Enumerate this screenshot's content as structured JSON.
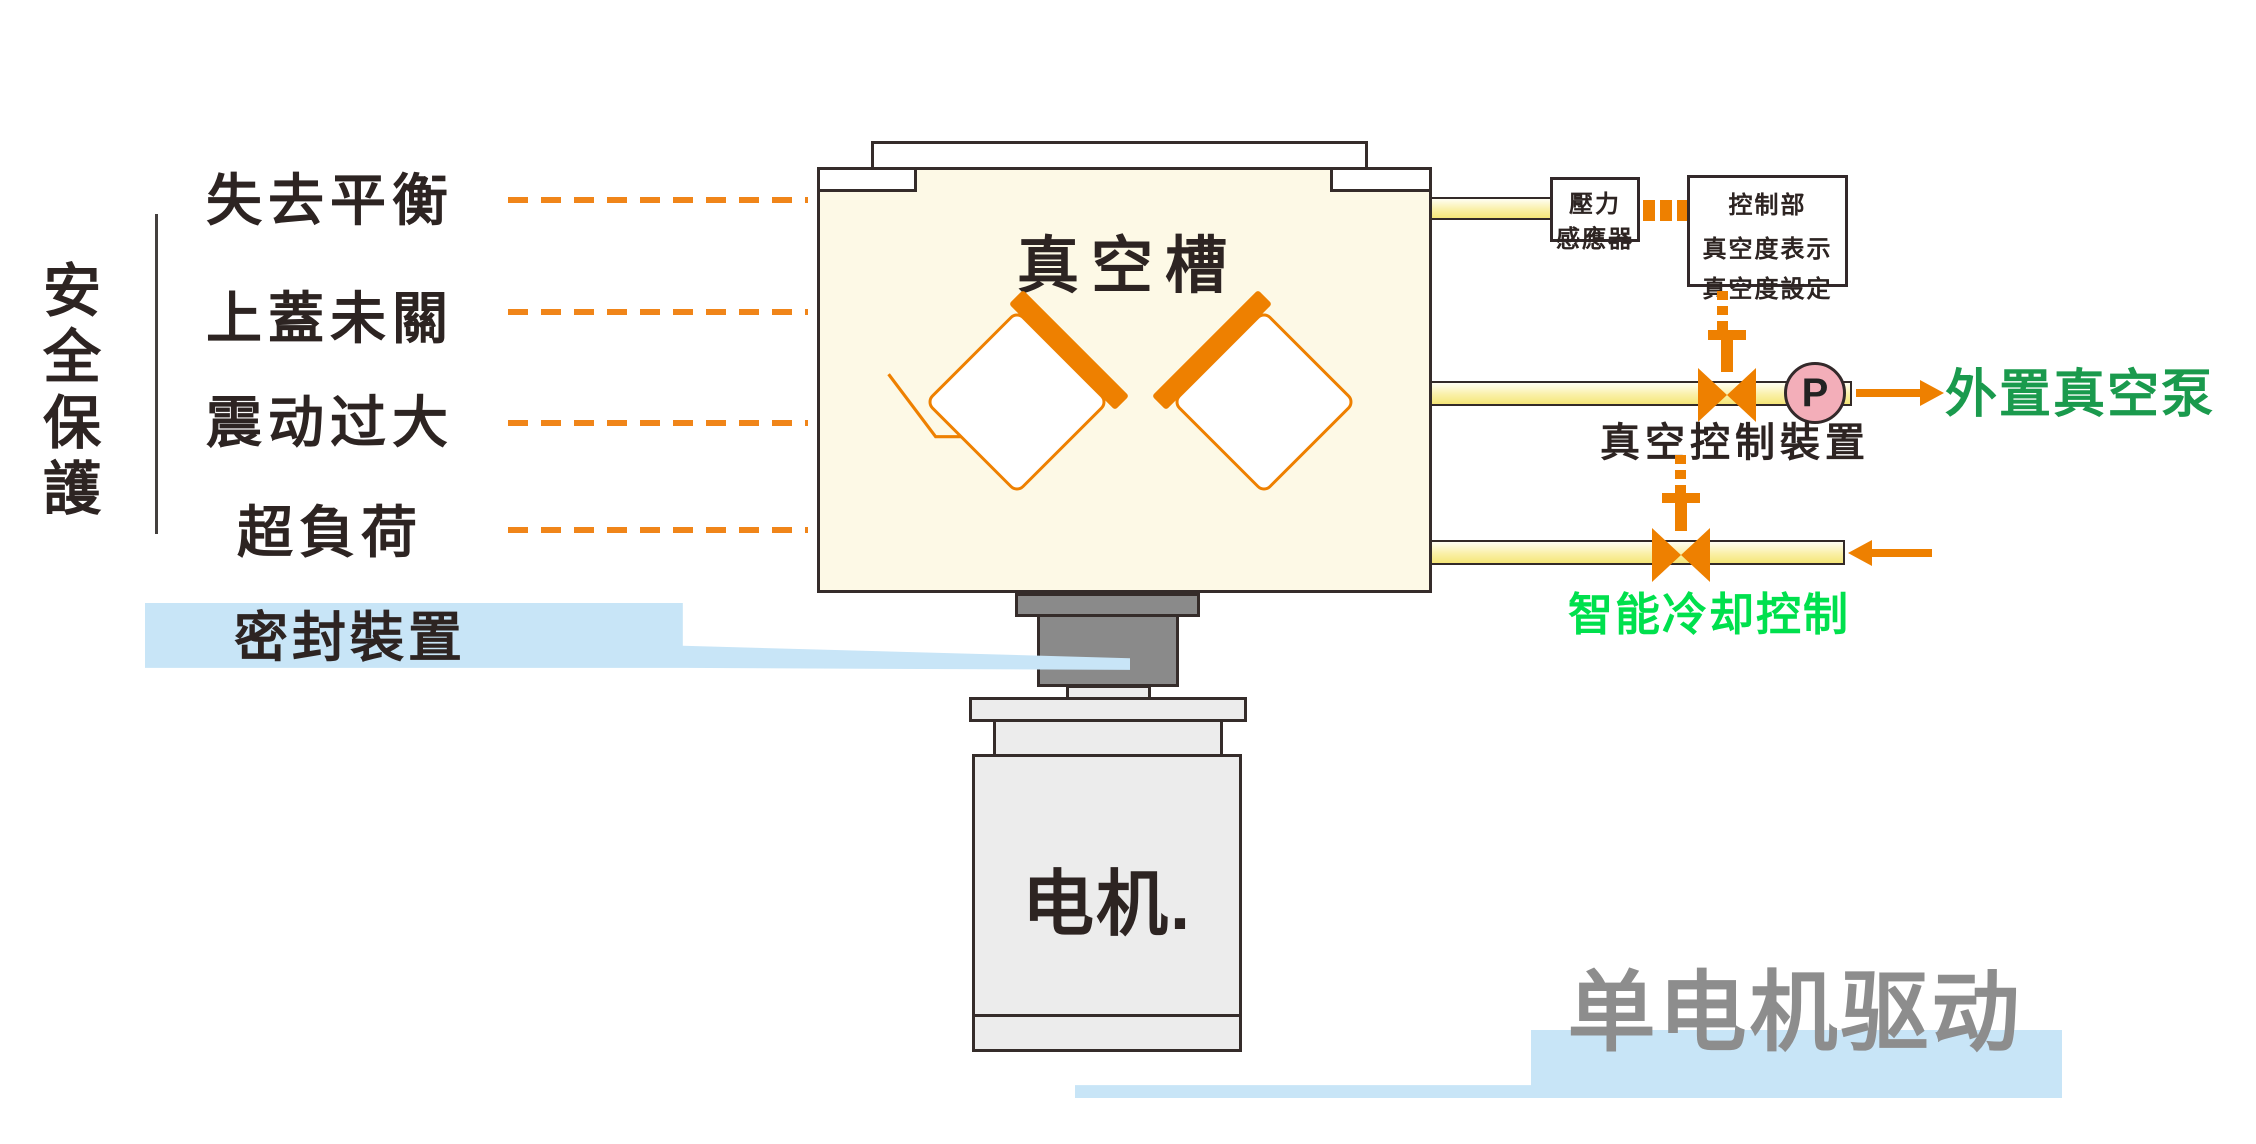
{
  "safety": {
    "title": "安全保護",
    "items": [
      "失去平衡",
      "上蓋未關",
      "震动过大",
      "超負荷"
    ]
  },
  "seal": {
    "label": "密封裝置"
  },
  "machine": {
    "chamber_label": "真空槽",
    "motor_label": "电机."
  },
  "sensor": {
    "line1": "壓力",
    "line2": "感應器"
  },
  "controller": {
    "title": "控制部",
    "line1": "真空度表示",
    "line2": "真空度設定"
  },
  "gauge": {
    "letter": "P"
  },
  "labels": {
    "vacuum_control": "真空控制裝置",
    "external_pump": "外置真空泵",
    "cooling": "智能冷却控制",
    "drive": "单电机驱动"
  },
  "colors": {
    "orange": "#ee8000",
    "dash_orange": "#f08519",
    "chamber_fill": "#fdf9e6",
    "pipe_yellow": "#f5e678",
    "callout_blue": "#c8e5f7",
    "gauge_pink": "#f3aeb9",
    "pump_green": "#1a9a4d",
    "cooling_green": "#00e04d",
    "drive_gray": "#8d8d8d",
    "outline_dark": "#352c2a"
  }
}
